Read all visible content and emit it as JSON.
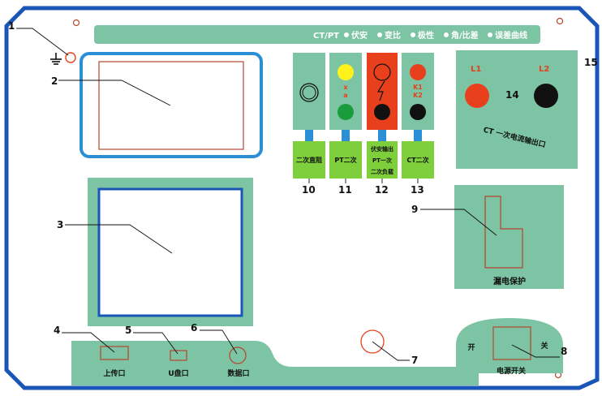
{
  "header": {
    "title_prefix": "CT/PT",
    "items": [
      "伏安",
      "变比",
      "极性",
      "角/比差",
      "误差曲线"
    ]
  },
  "callouts": [
    "1",
    "2",
    "3",
    "4",
    "5",
    "6",
    "7",
    "8",
    "9",
    "10",
    "11",
    "12",
    "13",
    "14",
    "15"
  ],
  "terminals": {
    "pt_secondary_marks": [
      "x",
      "a"
    ],
    "ct_secondary_marks": [
      "K1",
      "K2"
    ]
  },
  "module_labels": {
    "secondary_dc_resistance": "二次直阻",
    "pt_secondary": "PT二次",
    "va_output_lines": [
      "伏安输出",
      "PT一次",
      "二次负载"
    ],
    "ct_secondary": "CT二次"
  },
  "ct_primary": {
    "l1": "L1",
    "l2": "L2",
    "label": "CT 一次电流输出口"
  },
  "leakage_protection": "漏电保护",
  "ports": {
    "upload": "上传口",
    "usb": "U盘口",
    "data": "数据口"
  },
  "power_switch": {
    "on": "开",
    "off": "关",
    "label": "电源开关"
  },
  "colors": {
    "panel_border": "#1a56b8",
    "panel_fill": "#ffffff",
    "module_green": "#7cc4a4",
    "label_green": "#7fcf3c",
    "connector_blue": "#2b8fd6",
    "terminal_yellow": "#fff21c",
    "terminal_green": "#1a9b3c",
    "terminal_red": "#e8401c",
    "terminal_black": "#111111",
    "outline_brown": "#b5452e"
  }
}
